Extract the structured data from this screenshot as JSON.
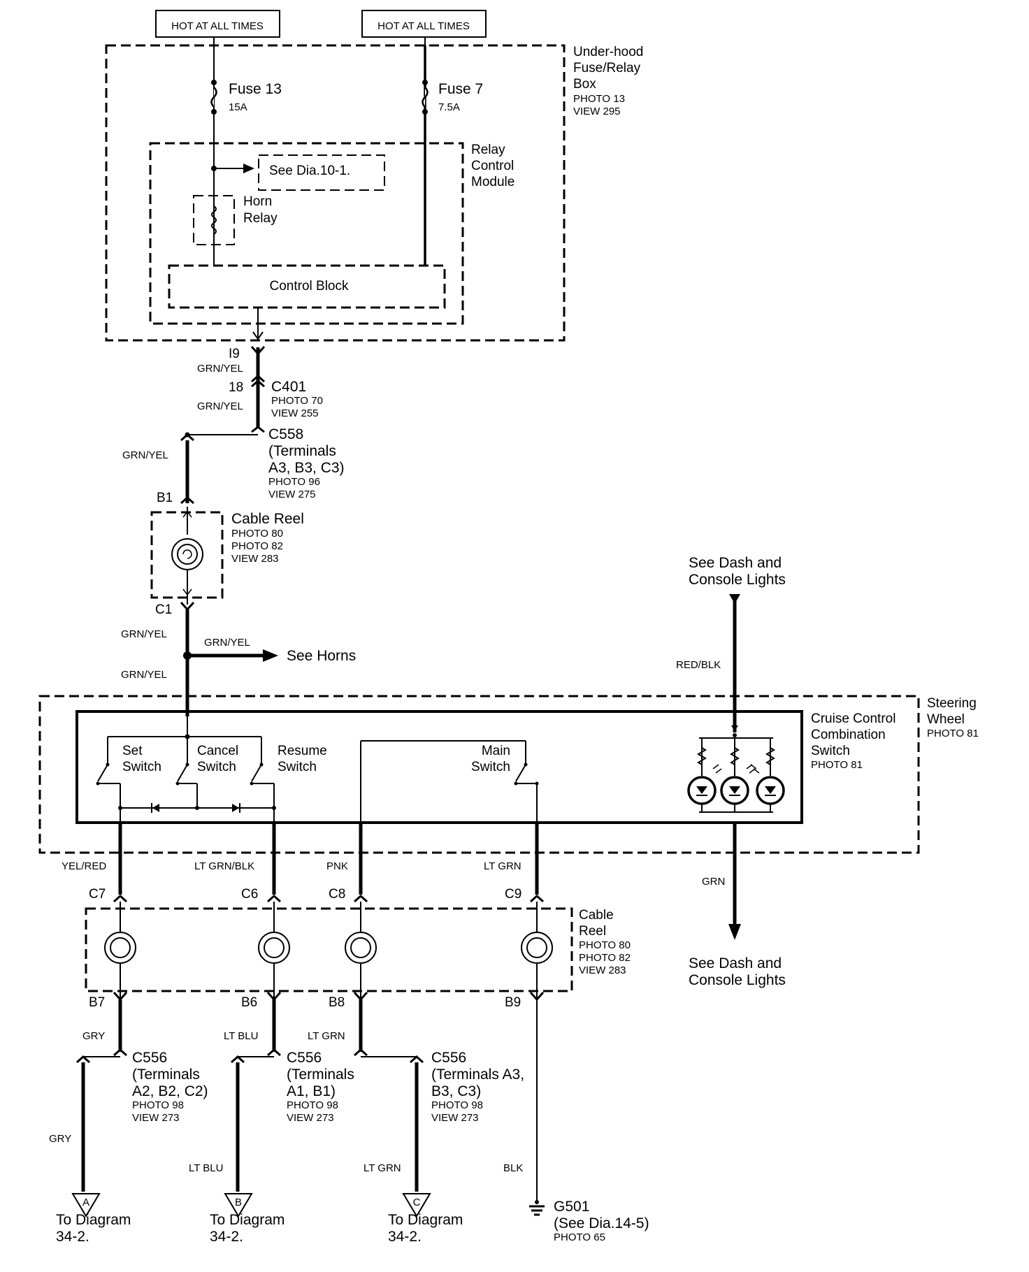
{
  "top_labels": {
    "hot_left": "HOT AT ALL TIMES",
    "hot_right": "HOT AT ALL TIMES"
  },
  "underhood_box": {
    "title_lines": [
      "Under-hood",
      "Fuse/Relay",
      "Box"
    ],
    "photo": "PHOTO 13",
    "view": "VIEW 295"
  },
  "fuses": {
    "fuse13_name": "Fuse 13",
    "fuse13_rating": "15A",
    "fuse7_name": "Fuse 7",
    "fuse7_rating": "7.5A"
  },
  "relay_module": {
    "title_lines": [
      "Relay",
      "Control",
      "Module"
    ],
    "see_ref": "See Dia.10-1.",
    "horn_relay_lines": [
      "Horn",
      "Relay"
    ],
    "control_block": "Control Block"
  },
  "connectors_top": {
    "t9": "I9",
    "wire1": "GRN/YEL",
    "pin18": "18",
    "c401": "C401",
    "c401_photo": "PHOTO 70",
    "c401_view": "VIEW 255",
    "wire2": "GRN/YEL",
    "c558": "C558",
    "c558_terms": [
      "(Terminals",
      "A3, B3, C3)"
    ],
    "c558_photo": "PHOTO 96",
    "c558_view": "VIEW 275",
    "wire3": "GRN/YEL",
    "b1": "B1"
  },
  "cable_reel_top": {
    "title": "Cable Reel",
    "photos": [
      "PHOTO 80",
      "PHOTO 82",
      "VIEW 283"
    ],
    "c1": "C1"
  },
  "horn_branch": {
    "wire_a": "GRN/YEL",
    "wire_b": "GRN/YEL",
    "wire_c": "GRN/YEL",
    "see_horns": "See Horns"
  },
  "dash_top": {
    "lines": [
      "See Dash and",
      "Console Lights"
    ],
    "wire": "RED/BLK"
  },
  "steering_wheel": {
    "title_lines": [
      "Steering",
      "Wheel"
    ],
    "photo": "PHOTO 81"
  },
  "cruise_switch": {
    "title_lines": [
      "Cruise Control",
      "Combination",
      "Switch"
    ],
    "photo": "PHOTO 81",
    "set": [
      "Set",
      "Switch"
    ],
    "cancel": [
      "Cancel",
      "Switch"
    ],
    "resume": [
      "Resume",
      "Switch"
    ],
    "main": [
      "Main",
      "Switch"
    ]
  },
  "lower_wires": {
    "w1": "YEL/RED",
    "w2": "LT GRN/BLK",
    "w3": "PNK",
    "w4": "LT GRN",
    "grn": "GRN"
  },
  "cable_reel_bottom": {
    "title_lines": [
      "Cable",
      "Reel"
    ],
    "photos": [
      "PHOTO 80",
      "PHOTO 82",
      "VIEW 283"
    ],
    "top_pins": [
      "C7",
      "C6",
      "C8",
      "C9"
    ],
    "bottom_pins": [
      "B7",
      "B6",
      "B8",
      "B9"
    ]
  },
  "dash_bottom": {
    "lines": [
      "See Dash and",
      "Console Lights"
    ]
  },
  "c556": {
    "a": {
      "name": "C556",
      "lines": [
        "(Terminals",
        "A2, B2, C2)"
      ],
      "photo": "PHOTO 98",
      "view": "VIEW 273",
      "wire_top": "GRY",
      "wire_bottom": "GRY"
    },
    "b": {
      "name": "C556",
      "lines": [
        "(Terminals",
        "A1, B1)"
      ],
      "photo": "PHOTO 98",
      "view": "VIEW 273",
      "wire_top": "LT BLU",
      "wire_bottom": "LT BLU"
    },
    "c": {
      "name": "C556",
      "lines": [
        "(Terminals A3,",
        "B3, C3)"
      ],
      "photo": "PHOTO 98",
      "view": "VIEW 273",
      "wire_top": "LT GRN",
      "wire_bottom": "LT GRN"
    }
  },
  "bottom_targets": {
    "a_letter": "A",
    "b_letter": "B",
    "c_letter": "C",
    "a_text": [
      "To Diagram",
      "34-2."
    ],
    "b_text": [
      "To Diagram",
      "34-2."
    ],
    "c_text": [
      "To Diagram",
      "34-2."
    ],
    "blk": "BLK",
    "ground": [
      "G501",
      "(See Dia.14-5)"
    ],
    "ground_photo": "PHOTO 65"
  }
}
